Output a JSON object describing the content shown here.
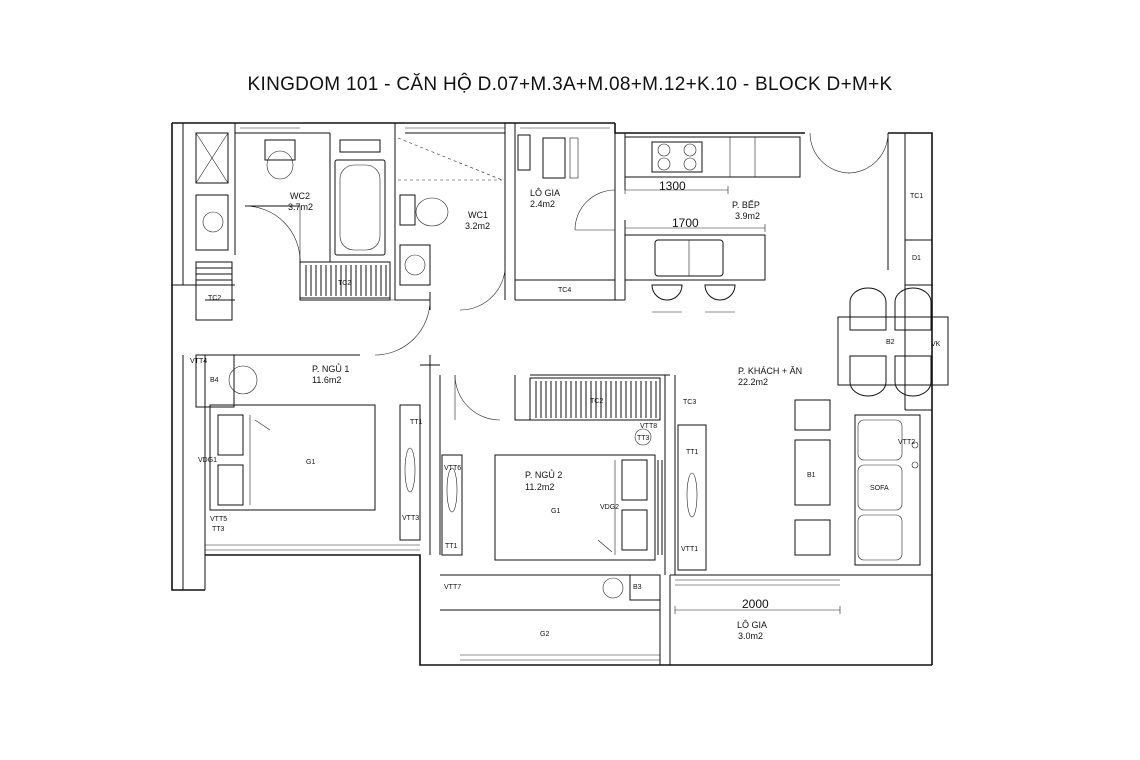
{
  "title": "KINGDOM 101 - CĂN HỘ D.07+M.3A+M.08+M.12+K.10 - BLOCK D+M+K",
  "rooms": {
    "wc2": {
      "name": "WC2",
      "area": "3.7m2"
    },
    "wc1": {
      "name": "WC1",
      "area": "3.2m2"
    },
    "logia_top": {
      "name": "LÔ GIA",
      "area": "2.4m2"
    },
    "kitchen": {
      "name": "P. BẾP",
      "area": "3.9m2"
    },
    "bedroom1": {
      "name": "P. NGỦ 1",
      "area": "11.6m2"
    },
    "bedroom2": {
      "name": "P. NGỦ 2",
      "area": "11.2m2"
    },
    "living": {
      "name": "P. KHÁCH + ĂN",
      "area": "22.2m2"
    },
    "logia_bottom": {
      "name": "LÔ GIA",
      "area": "3.0m2"
    }
  },
  "dimensions": {
    "d1300": "1300",
    "d1700": "1700",
    "d2000": "2000"
  },
  "tags": {
    "tc1": "TC1",
    "d1": "D1",
    "tc2_top": "TC2",
    "tc2_left": "TC2",
    "tc4": "TC4",
    "tc2_mid": "TC2",
    "tc3": "TC3",
    "b2": "B2",
    "vk": "VK",
    "vtt4": "VTT4",
    "b4": "B4",
    "vdg1": "VDG1",
    "g1_a": "G1",
    "tt1_a": "TT1",
    "vtt3": "VTT3",
    "vtt5": "VTT5",
    "tt3_a": "TT3",
    "vtt8": "VTT8",
    "tt3_b": "TT3",
    "vtt6": "VTT6",
    "tt1_b": "TT1",
    "g1_b": "G1",
    "vdg2": "VDG2",
    "tt1_c": "TT1",
    "vtt1": "VTT1",
    "vtt2": "VTT2",
    "b1": "B1",
    "sofa": "SOFA",
    "b3": "B3",
    "vtt7": "VTT7",
    "g2": "G2"
  }
}
